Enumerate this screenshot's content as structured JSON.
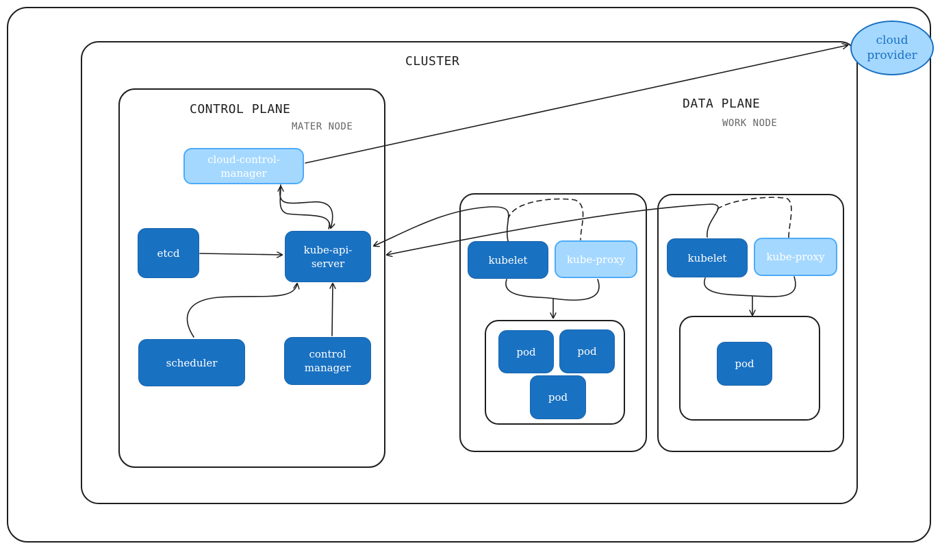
{
  "cluster": {
    "title": "CLUSTER"
  },
  "cloud_provider": {
    "label": "cloud provider"
  },
  "control_plane": {
    "title": "CONTROL PLANE",
    "subtitle": "MATER NODE",
    "components": {
      "cloud_control_manager": "cloud-control-manager",
      "etcd": "etcd",
      "kube_api_server": "kube-api-server",
      "scheduler": "scheduler",
      "control_manager": "control manager"
    }
  },
  "data_plane": {
    "title": "DATA PLANE",
    "subtitle": "WORK NODE",
    "nodes": [
      {
        "kubelet": "kubelet",
        "kube_proxy": "kube-proxy",
        "pods": [
          "pod",
          "pod",
          "pod"
        ]
      },
      {
        "kubelet": "kubelet",
        "kube_proxy": "kube-proxy",
        "pods": [
          "pod"
        ]
      }
    ]
  },
  "colors": {
    "component_dark": "#1971c2",
    "component_light": "#a5d8ff",
    "stroke": "#1e1e1e",
    "subtitle": "#666666"
  }
}
